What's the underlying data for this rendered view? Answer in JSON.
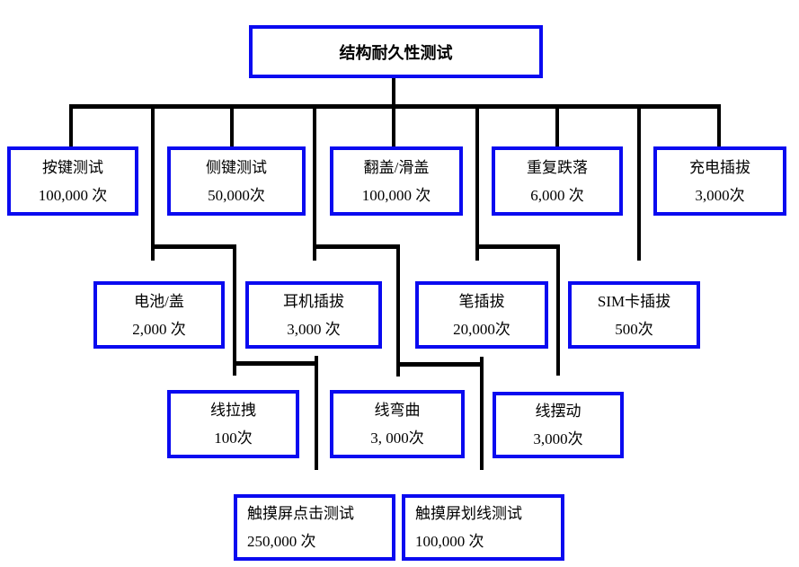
{
  "colors": {
    "box_border": "#0a0af0",
    "connector": "#000000",
    "text": "#000000"
  },
  "nodes": {
    "root": {
      "label": "结构耐久性测试"
    },
    "row1": [
      {
        "name": "按键测试",
        "count": "100,000 次"
      },
      {
        "name": "侧键测试",
        "count": "50,000次"
      },
      {
        "name": "翻盖/滑盖",
        "count": "100,000 次"
      },
      {
        "name": "重复跌落",
        "count": "6,000 次"
      },
      {
        "name": "充电插拔",
        "count": "3,000次"
      }
    ],
    "row2": [
      {
        "name": "电池/盖",
        "count": "2,000 次"
      },
      {
        "name": "耳机插拔",
        "count": "3,000 次"
      },
      {
        "name": "笔插拔",
        "count": "20,000次"
      },
      {
        "name": "SIM卡插拔",
        "count": "500次"
      }
    ],
    "row3": [
      {
        "name": "线拉拽",
        "count": "100次"
      },
      {
        "name": "线弯曲",
        "count": "3, 000次"
      },
      {
        "name": "线摆动",
        "count": "3,000次"
      }
    ],
    "row4": [
      {
        "name": "触摸屏点击测试",
        "count": "250,000 次"
      },
      {
        "name": "触摸屏划线测试",
        "count": "100,000 次"
      }
    ]
  }
}
